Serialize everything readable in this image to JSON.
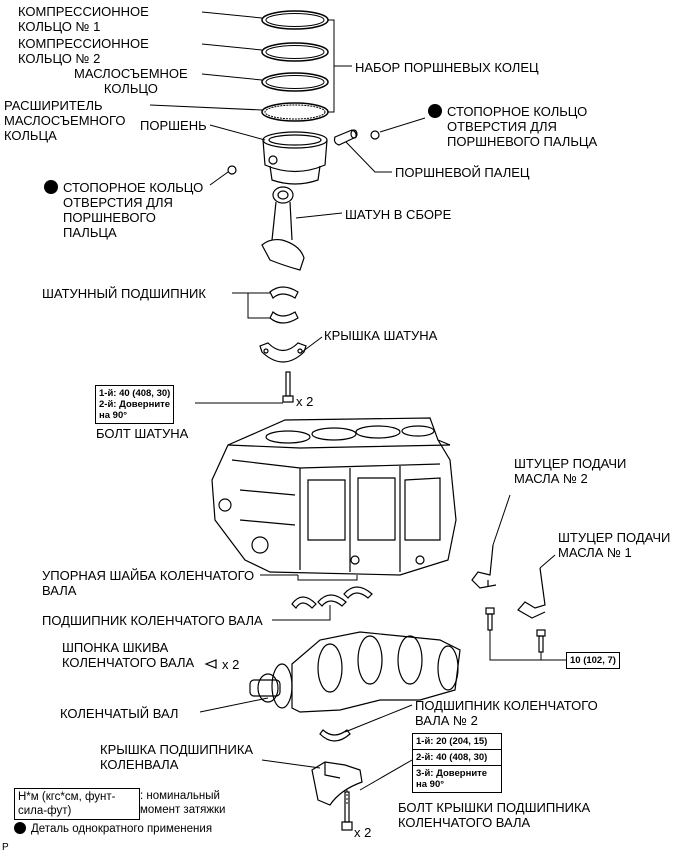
{
  "labels": {
    "comp1": "КОМПРЕССИОННОЕ\nКОЛЬЦО № 1",
    "comp2": "КОМПРЕССИОННОЕ\nКОЛЬЦО № 2",
    "oil_ring": "МАСЛОСЪЕМНОЕ\nКОЛЬЦО",
    "expander": "РАСШИРИТЕЛЬ\nМАСЛОСЪЕМНОГО\nКОЛЬЦА",
    "ring_set": "НАБОР ПОРШНЕВЫХ КОЛЕЦ",
    "piston": "ПОРШЕНЬ",
    "snap_ring_right": "СТОПОРНОЕ КОЛЬЦО\nОТВЕРСТИЯ ДЛЯ\nПОРШНЕВОГО ПАЛЬЦА",
    "pin": "ПОРШНЕВОЙ ПАЛЕЦ",
    "snap_ring_left": "СТОПОРНОЕ КОЛЬЦО\nОТВЕРСТИЯ ДЛЯ\nПОРШНЕВОГО\nПАЛЬЦА",
    "conrod": "ШАТУН В СБОРЕ",
    "rod_bearing": "ШАТУННЫЙ ПОДШИПНИК",
    "rod_cap": "КРЫШКА ШАТУНА",
    "rod_bolt": "БОЛТ ШАТУНА",
    "oil_jet2": "ШТУЦЕР ПОДАЧИ\nМАСЛА № 2",
    "oil_jet1": "ШТУЦЕР ПОДАЧИ\nМАСЛА № 1",
    "thrust_washer": "УПОРНАЯ ШАЙБА КОЛЕНЧАТОГО\nВАЛА",
    "crank_bearing": "ПОДШИПНИК КОЛЕНЧАТОГО ВАЛА",
    "key": "ШПОНКА ШКИВА\nКОЛЕНЧАТОГО ВАЛА",
    "crankshaft": "КОЛЕНЧАТЫЙ ВАЛ",
    "crank_bearing2": "ПОДШИПНИК КОЛЕНЧАТОГО\nВАЛА № 2",
    "main_cap": "КРЫШКА ПОДШИПНИКА\nКОЛЕНВАЛА",
    "main_bolt": "БОЛТ КРЫШКИ ПОДШИПНИКА\nКОЛЕНЧАТОГО ВАЛА"
  },
  "multipliers": {
    "rod_bolt": "x 2",
    "key": "x 2",
    "main_bolt": "x 2"
  },
  "torque": {
    "rod_bolt": "1-й: 40 (408, 30)\n2-й: Доверните\nна 90°",
    "oil_jet": "10 (102, 7)",
    "main_bolt_1": "1-й: 20 (204, 15)",
    "main_bolt_2": "2-й: 40 (408, 30)",
    "main_bolt_3": "3-й: Доверните\nна 90°"
  },
  "legend": {
    "units": "Н*м (кгс*см, фунт-\nсила-фут)",
    "units_desc": ": номинальный\nмомент затяжки",
    "single_use": "Деталь однократного применения"
  },
  "page_letter": "P"
}
